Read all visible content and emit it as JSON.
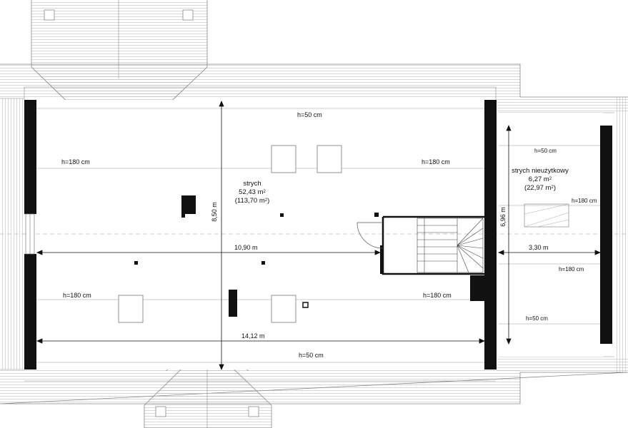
{
  "rooms": {
    "attic": {
      "name": "strych",
      "area": "52,43 m",
      "area_sup": "2",
      "area_total": "(113,70 m",
      "area_total_sup": "2",
      "area_total_close": ")"
    },
    "unusable_attic": {
      "name": "strych nieużytkowy",
      "area": "6,27 m",
      "area_sup": "2",
      "area_total": "(22,97 m",
      "area_total_sup": "2",
      "area_total_close": ")"
    }
  },
  "heights": {
    "h50_top": "h=50 cm",
    "h180_left_top": "h=180 cm",
    "h180_mid_top": "h=180 cm",
    "h180_left_bottom": "h=180 cm",
    "h180_mid_bottom": "h=180 cm",
    "h50_bottom": "h=50 cm",
    "h50_right_top": "h=50 cm",
    "h180_right_top": "h=180 cm",
    "h180_right_bottom": "h=180 cm",
    "h50_right_bottom": "h=50 cm"
  },
  "dimensions": {
    "width_inner": "10,90 m",
    "width_outer": "14,12 m",
    "height_main": "8,50 m",
    "height_side": "6,96 m",
    "width_side": "3,30 m"
  }
}
